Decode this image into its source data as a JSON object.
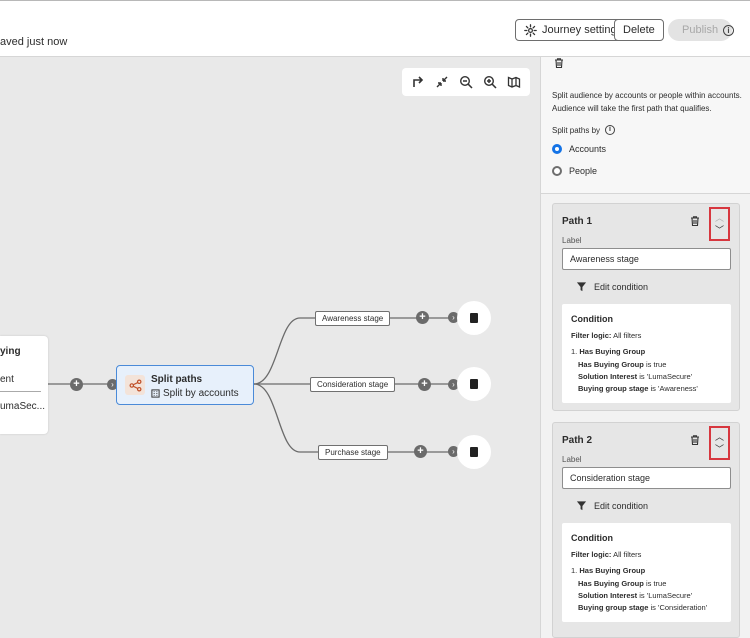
{
  "header": {
    "saved_status": "aved just now",
    "settings_label": "Journey settings",
    "delete_label": "Delete",
    "publish_label": "Publish"
  },
  "canvas": {
    "left_node": {
      "title": "ying",
      "line1": "ent",
      "line2": "umaSec..."
    },
    "split_node": {
      "title": "Split paths",
      "subtitle": "Split by accounts"
    },
    "branches": [
      "Awareness stage",
      "Consideration stage",
      "Purchase stage"
    ]
  },
  "panel": {
    "description": "Split audience by accounts or people within accounts. Audience will take the first path that qualifies.",
    "split_by_label": "Split paths by",
    "options": [
      "Accounts",
      "People"
    ],
    "selected_option": "Accounts",
    "paths": [
      {
        "title": "Path 1",
        "label_caption": "Label",
        "label_value": "Awareness stage",
        "edit_condition": "Edit condition",
        "condition_title": "Condition",
        "filter_logic_label": "Filter logic:",
        "filter_logic_value": "All filters",
        "rule_index": "1.",
        "rule_group": "Has Buying Group",
        "rule_lines": [
          {
            "key": "Has Buying Group",
            "value": "is true"
          },
          {
            "key": "Solution Interest",
            "value": "is 'LumaSecure'"
          },
          {
            "key": "Buying group stage",
            "value": "is 'Awareness'"
          }
        ]
      },
      {
        "title": "Path 2",
        "label_caption": "Label",
        "label_value": "Consideration stage",
        "edit_condition": "Edit condition",
        "condition_title": "Condition",
        "filter_logic_label": "Filter logic:",
        "filter_logic_value": "All filters",
        "rule_index": "1.",
        "rule_group": "Has Buying Group",
        "rule_lines": [
          {
            "key": "Has Buying Group",
            "value": "is true"
          },
          {
            "key": "Solution Interest",
            "value": "is 'LumaSecure'"
          },
          {
            "key": "Buying group stage",
            "value": "is 'Consideration'"
          }
        ]
      }
    ]
  },
  "icons": {
    "toolbar": [
      "undo-redirect-icon",
      "collapse-icon",
      "zoom-out-icon",
      "zoom-in-icon",
      "map-icon"
    ]
  },
  "colors": {
    "accent_blue": "#1473e6",
    "highlight_red": "#d7373f",
    "node_border": "#4a8ad8"
  }
}
